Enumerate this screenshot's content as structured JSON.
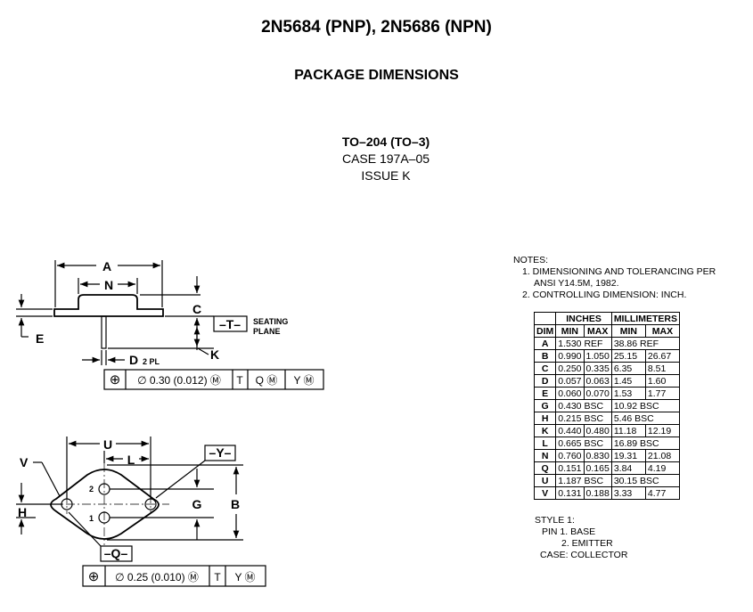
{
  "title": "2N5684 (PNP), 2N5686 (NPN)",
  "subtitle": "PACKAGE DIMENSIONS",
  "package": {
    "name": "TO–204 (TO–3)",
    "case": "CASE 197A–05",
    "issue": "ISSUE K"
  },
  "notes": {
    "heading": "NOTES:",
    "n1a": "1. DIMENSIONING AND TOLERANCING PER",
    "n1b": "ANSI Y14.5M, 1982.",
    "n2": "2. CONTROLLING DIMENSION: INCH."
  },
  "table": {
    "h_inches": "INCHES",
    "h_mm": "MILLIMETERS",
    "h_dim": "DIM",
    "h_min": "MIN",
    "h_max": "MAX",
    "rows": [
      {
        "dim": "A",
        "in_span": "1.530 REF",
        "mm_span": "38.86 REF"
      },
      {
        "dim": "B",
        "in_min": "0.990",
        "in_max": "1.050",
        "mm_min": "25.15",
        "mm_max": "26.67"
      },
      {
        "dim": "C",
        "in_min": "0.250",
        "in_max": "0.335",
        "mm_min": "6.35",
        "mm_max": "8.51"
      },
      {
        "dim": "D",
        "in_min": "0.057",
        "in_max": "0.063",
        "mm_min": "1.45",
        "mm_max": "1.60"
      },
      {
        "dim": "E",
        "in_min": "0.060",
        "in_max": "0.070",
        "mm_min": "1.53",
        "mm_max": "1.77"
      },
      {
        "dim": "G",
        "in_span": "0.430 BSC",
        "mm_span": "10.92 BSC"
      },
      {
        "dim": "H",
        "in_span": "0.215 BSC",
        "mm_span": "5.46 BSC"
      },
      {
        "dim": "K",
        "in_min": "0.440",
        "in_max": "0.480",
        "mm_min": "11.18",
        "mm_max": "12.19"
      },
      {
        "dim": "L",
        "in_span": "0.665 BSC",
        "mm_span": "16.89 BSC"
      },
      {
        "dim": "N",
        "in_min": "0.760",
        "in_max": "0.830",
        "mm_min": "19.31",
        "mm_max": "21.08"
      },
      {
        "dim": "Q",
        "in_min": "0.151",
        "in_max": "0.165",
        "mm_min": "3.84",
        "mm_max": "4.19"
      },
      {
        "dim": "U",
        "in_span": "1.187 BSC",
        "mm_span": "30.15 BSC"
      },
      {
        "dim": "V",
        "in_min": "0.131",
        "in_max": "0.188",
        "mm_min": "3.33",
        "mm_max": "4.77"
      }
    ]
  },
  "style_block": {
    "s1": "STYLE 1:",
    "s2": "PIN 1. BASE",
    "s3": "2. EMITTER",
    "s4": "CASE: COLLECTOR"
  },
  "side_view": {
    "A": "A",
    "N": "N",
    "C": "C",
    "E": "E",
    "K": "K",
    "D": "D",
    "D_note": "2 PL",
    "datum_T": "–T–",
    "seating1": "SEATING",
    "seating2": "PLANE",
    "fcf": [
      "⊕",
      "∅ 0.30 (0.012) Ⓜ",
      "T",
      "Q Ⓜ",
      "Y Ⓜ"
    ]
  },
  "top_view": {
    "U": "U",
    "L": "L",
    "V": "V",
    "H": "H",
    "G": "G",
    "B": "B",
    "datum_Y": "–Y–",
    "datum_Q": "–Q–",
    "pin1": "1",
    "pin2": "2",
    "fcf": [
      "⊕",
      "∅ 0.25 (0.010) Ⓜ",
      "T",
      "Y Ⓜ"
    ]
  }
}
